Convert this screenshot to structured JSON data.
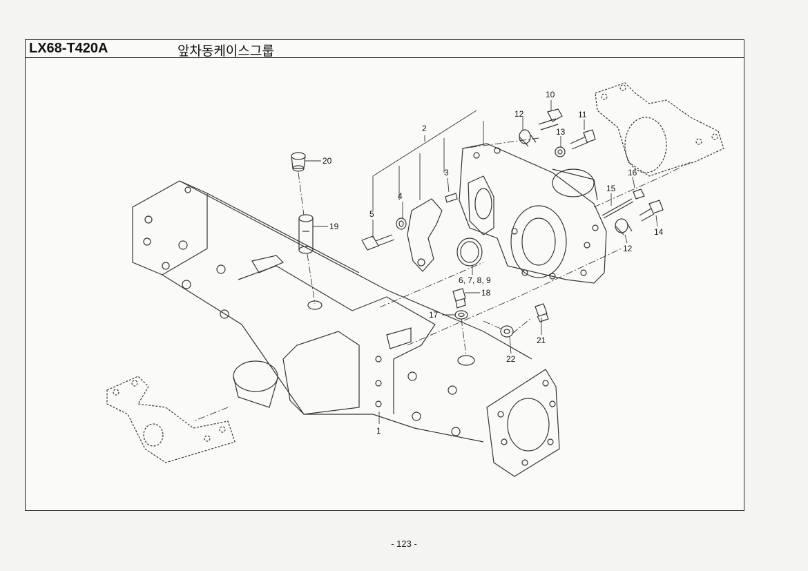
{
  "header": {
    "model": "LX68-T420A",
    "title": "앞차동케이스그룹"
  },
  "callouts": {
    "c1": "1",
    "c2": "2",
    "c3": "3",
    "c4": "4",
    "c5": "5",
    "c6789": "6, 7, 8, 9",
    "c10": "10",
    "c11": "11",
    "c12a": "12",
    "c12b": "12",
    "c13": "13",
    "c14": "14",
    "c15": "15",
    "c16": "16",
    "c17": "17",
    "c18": "18",
    "c19": "19",
    "c20": "20",
    "c21": "21",
    "c22": "22"
  },
  "footer": {
    "page_number": "- 123 -"
  }
}
